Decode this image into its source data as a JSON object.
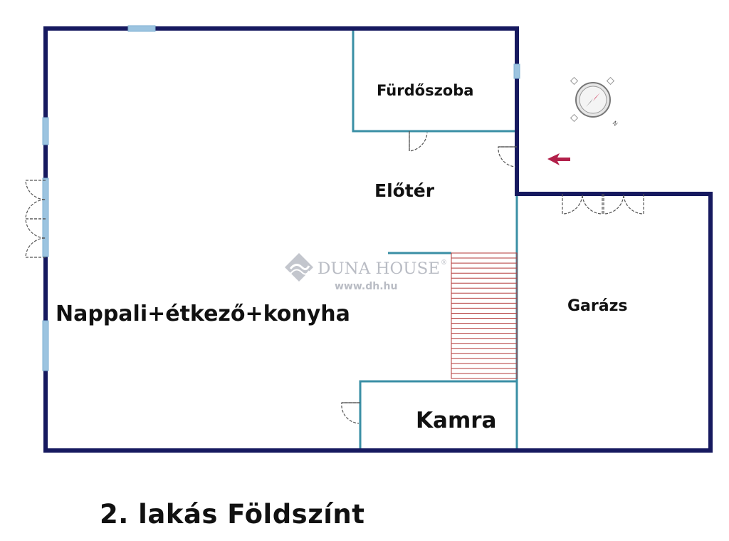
{
  "rooms": {
    "living": "Nappali+étkező+konyha",
    "bathroom": "Fürdőszoba",
    "hall": "Előtér",
    "garage": "Garázs",
    "pantry": "Kamra"
  },
  "caption": "2. lakás Földszínt",
  "watermark": {
    "brand": "DUNA HOUSE",
    "registered": "®",
    "url": "www.dh.hu"
  },
  "compass_letters": {
    "north": "N"
  },
  "colors": {
    "outer_wall": "#16195f",
    "inner_wall": "#3a8fa5",
    "window": "#9cc4e0",
    "door": "#555555",
    "stairs": "#b33a3a",
    "entrance_arrow": "#b2204a"
  },
  "icons": {
    "compass": "compass-icon",
    "entrance": "entrance-arrow-icon",
    "watermark": "duna-house-logo-icon"
  }
}
